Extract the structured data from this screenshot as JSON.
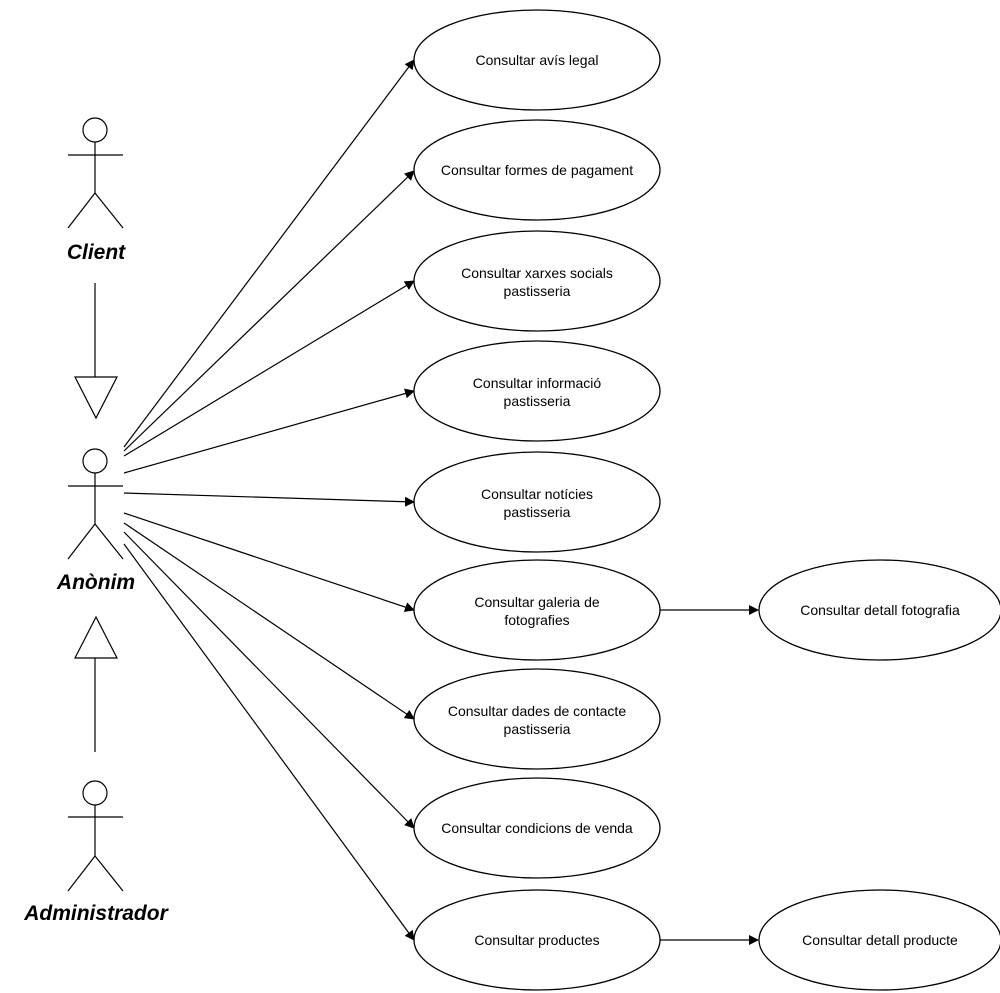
{
  "actors": {
    "client": "Client",
    "anonim": "Anònim",
    "administrador": "Administrador"
  },
  "use_cases": [
    [
      "Consultar avís legal"
    ],
    [
      "Consultar formes de pagament"
    ],
    [
      "Consultar xarxes socials",
      "pastisseria"
    ],
    [
      "Consultar informació",
      "pastisseria"
    ],
    [
      "Consultar notícies",
      "pastisseria"
    ],
    [
      "Consultar galeria de",
      "fotografies"
    ],
    [
      "Consultar dades de contacte",
      "pastisseria"
    ],
    [
      "Consultar condicions de venda"
    ],
    [
      "Consultar productes"
    ]
  ],
  "extended_use_cases": {
    "detall_fotografia": "Consultar detall fotografia",
    "detall_producte": "Consultar detall producte"
  }
}
